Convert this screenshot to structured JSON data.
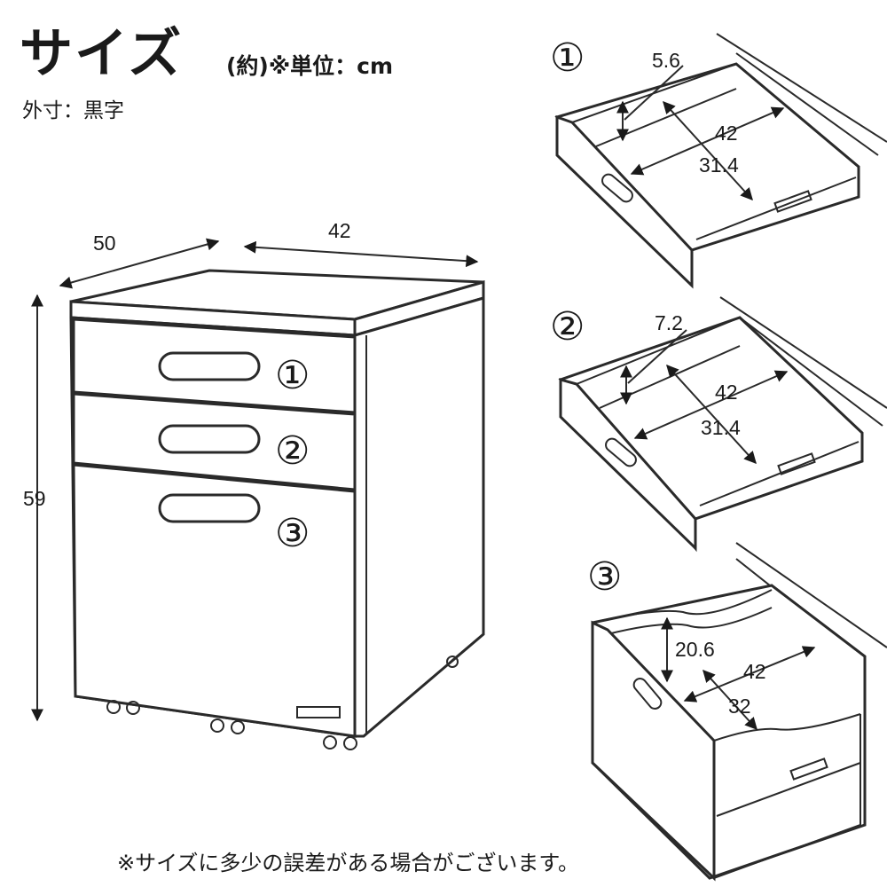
{
  "header": {
    "title": "サイズ",
    "unit_note": "(約)※単位：cm",
    "outer_note": "外寸：黒字"
  },
  "cabinet": {
    "depth": "50",
    "width": "42",
    "height": "59",
    "drawer_labels": [
      "①",
      "②",
      "③"
    ]
  },
  "drawers": [
    {
      "label": "①",
      "depth_inner": "5.6",
      "width": "42",
      "inner_width": "31.4"
    },
    {
      "label": "②",
      "depth_inner": "7.2",
      "width": "42",
      "inner_width": "31.4"
    },
    {
      "label": "③",
      "depth_inner": "20.6",
      "width": "42",
      "inner_width": "32"
    }
  ],
  "footer": {
    "disclaimer": "※サイズに多少の誤差がある場合がございます。"
  }
}
